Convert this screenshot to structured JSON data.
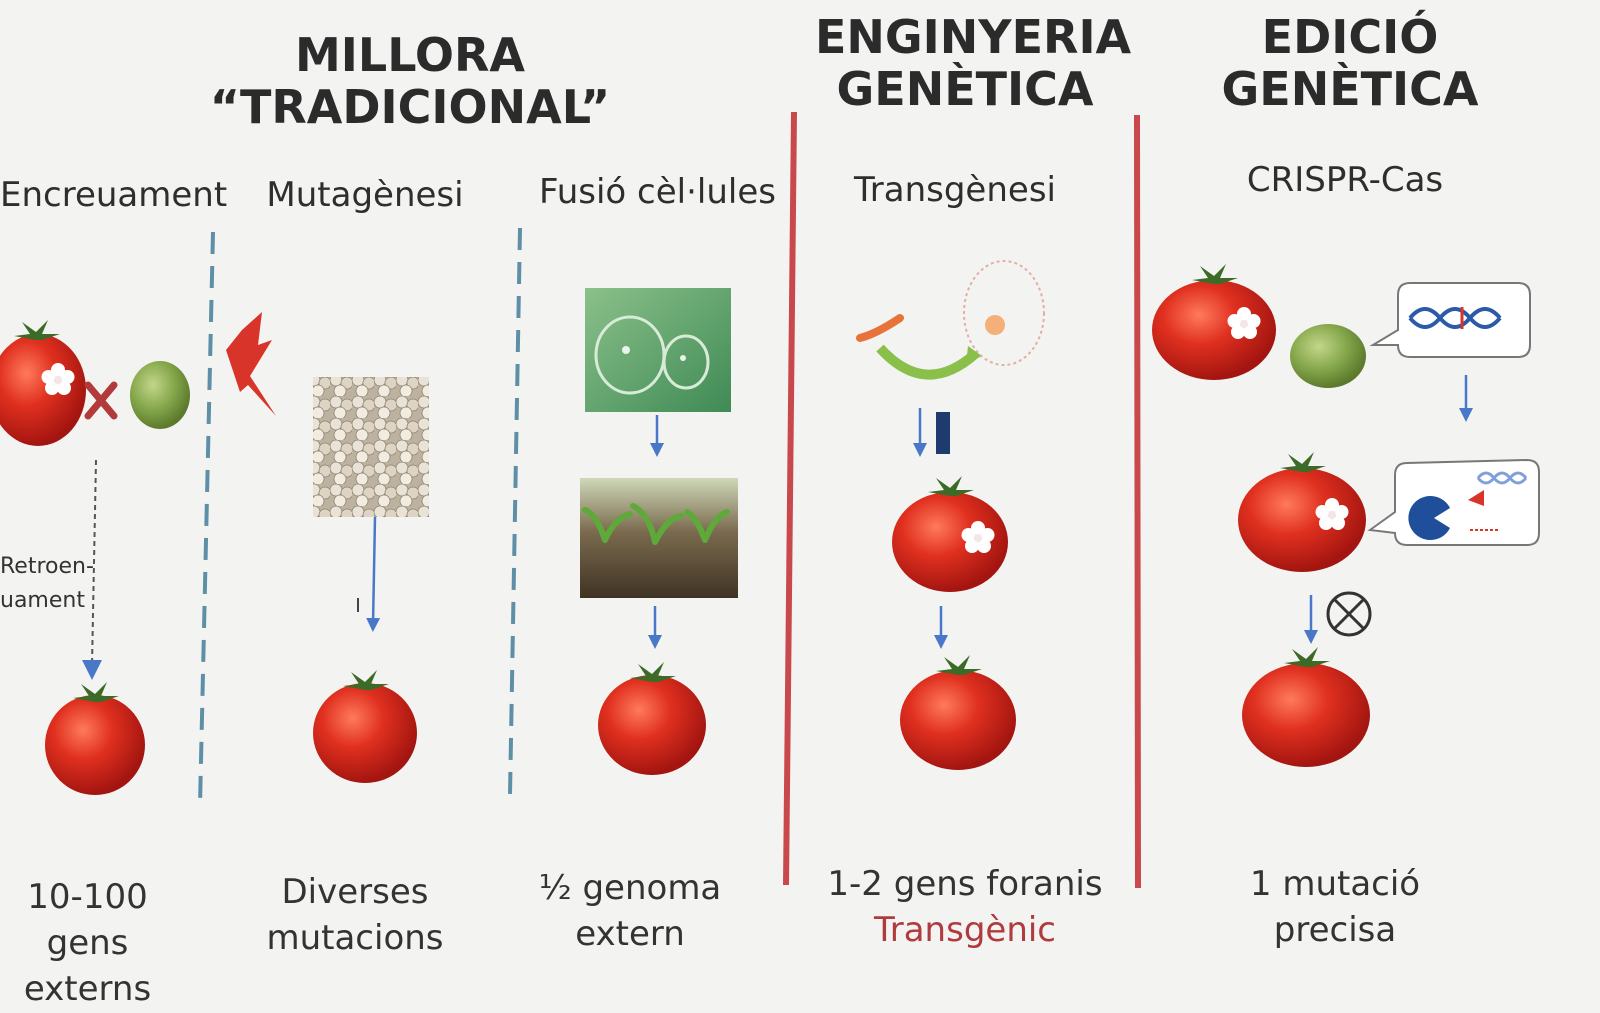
{
  "headers": {
    "traditional": "MILLORA “TRADICIONAL”",
    "engineering_line1": "ENGINYERIA",
    "engineering_line2": "GENÈTICA",
    "editing_line1": "EDICIÓ",
    "editing_line2": "GENÈTICA"
  },
  "methods": [
    {
      "id": "crossing",
      "title": "Encreuament",
      "caption_line1": "10-100 gens",
      "caption_line2": "externs"
    },
    {
      "id": "mutagenesis",
      "title": "Mutagènesi",
      "caption_line1": "Diverses",
      "caption_line2": "mutacions"
    },
    {
      "id": "fusion",
      "title": "Fusió cèl·lules",
      "caption_line1": "½ genoma",
      "caption_line2": "extern"
    },
    {
      "id": "transgenesis",
      "title": "Transgènesi",
      "caption_line1": "1-2 gens foranis",
      "caption_line2": "Transgènic"
    },
    {
      "id": "crispr",
      "title": "CRISPR-Cas",
      "caption_line1": "1 mutació",
      "caption_line2": "precisa"
    }
  ],
  "crossing": {
    "backcross_line1": "Retroen-",
    "backcross_line2": "uament"
  },
  "colors": {
    "tomato_red": "#d8261c",
    "tomato_green": "#7fa34a",
    "arrow_blue": "#4a78c8",
    "section_divider": "#c9484c",
    "dashed_divider": "#5e8fa6",
    "transgenic_text": "#b03a3e"
  },
  "icons": [
    "lightning-icon",
    "seed-pile-icon",
    "protoplast-image-icon",
    "seedling-tray-icon",
    "dna-icon",
    "cas-protein-icon",
    "blocked-circle-icon"
  ]
}
